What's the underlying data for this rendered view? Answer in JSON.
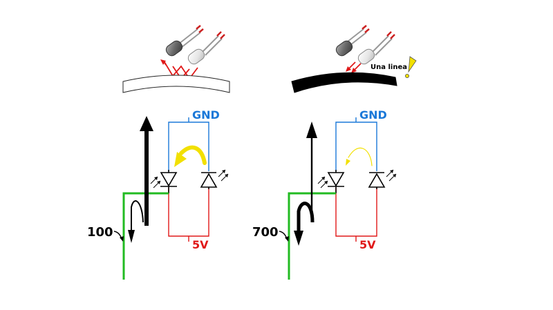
{
  "colors": {
    "ground": "#1a78d8",
    "supply": "#e01818",
    "signal": "#22bb22",
    "light": "#f2e000",
    "ray": "#e01818",
    "ink": "#000000"
  },
  "panels": [
    {
      "surface": "white",
      "reading": "100",
      "gnd_label": "GND",
      "vcc_label": "5V",
      "note": ""
    },
    {
      "surface": "black",
      "reading": "700",
      "gnd_label": "GND",
      "vcc_label": "5V",
      "note": "Una linea"
    }
  ]
}
